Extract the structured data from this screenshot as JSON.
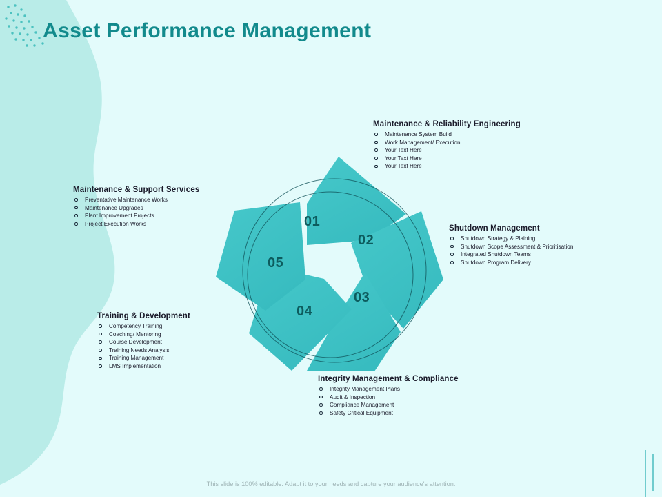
{
  "slide": {
    "title": "Asset Performance Management",
    "footer": "This slide is 100% editable. Adapt it to your needs and capture your audience's attention.",
    "background_color": "#e3fbfb",
    "accent_color": "#3fc4c8",
    "title_color": "#128a8c",
    "number_color": "#0d5c5e",
    "blob_color": "#b6ebe7"
  },
  "diagram": {
    "type": "pentagon-pinwheel",
    "segment_numbers": [
      "01",
      "02",
      "03",
      "04",
      "05"
    ],
    "segments": [
      {
        "number": "01",
        "section": "Maintenance & Reliability Engineering"
      },
      {
        "number": "02",
        "section": "Shutdown Management"
      },
      {
        "number": "03",
        "section": "Integrity Management & Compliance"
      },
      {
        "number": "04",
        "section": "Training & Development"
      },
      {
        "number": "05",
        "section": "Maintenance & Support Services"
      }
    ]
  },
  "sections": {
    "maintenance_reliability_engineering": {
      "title": "Maintenance & Reliability Engineering",
      "items": [
        "Maintenance System Build",
        "Work Management/ Execution",
        "Your Text Here",
        "Your Text Here",
        "Your Text Here"
      ]
    },
    "maintenance_support_services": {
      "title": "Maintenance & Support Services",
      "items": [
        "Preventative Maintenance Works",
        "Maintenance Upgrades",
        "Plant Improvement Projects",
        "Project Execution Works"
      ]
    },
    "shutdown_management": {
      "title": "Shutdown Management",
      "items": [
        "Shutdown Strategy & Plaining",
        "Shutdown Scope Assessment & Prioritisation",
        "Integrated Shutdown Teams",
        "Shutdown Program Delivery"
      ]
    },
    "training_development": {
      "title": "Training & Development",
      "items": [
        "Competency Training",
        "Coaching/ Mentoring",
        "Course Development",
        "Training Needs Analysis",
        "Training Management",
        "LMS Implementation"
      ]
    },
    "integrity_management_compliance": {
      "title": "Integrity Management & Compliance",
      "items": [
        "Integrity Management Plans",
        "Audit & Inspection",
        "Compliance Management",
        "Safety Critical Equipment"
      ]
    }
  }
}
